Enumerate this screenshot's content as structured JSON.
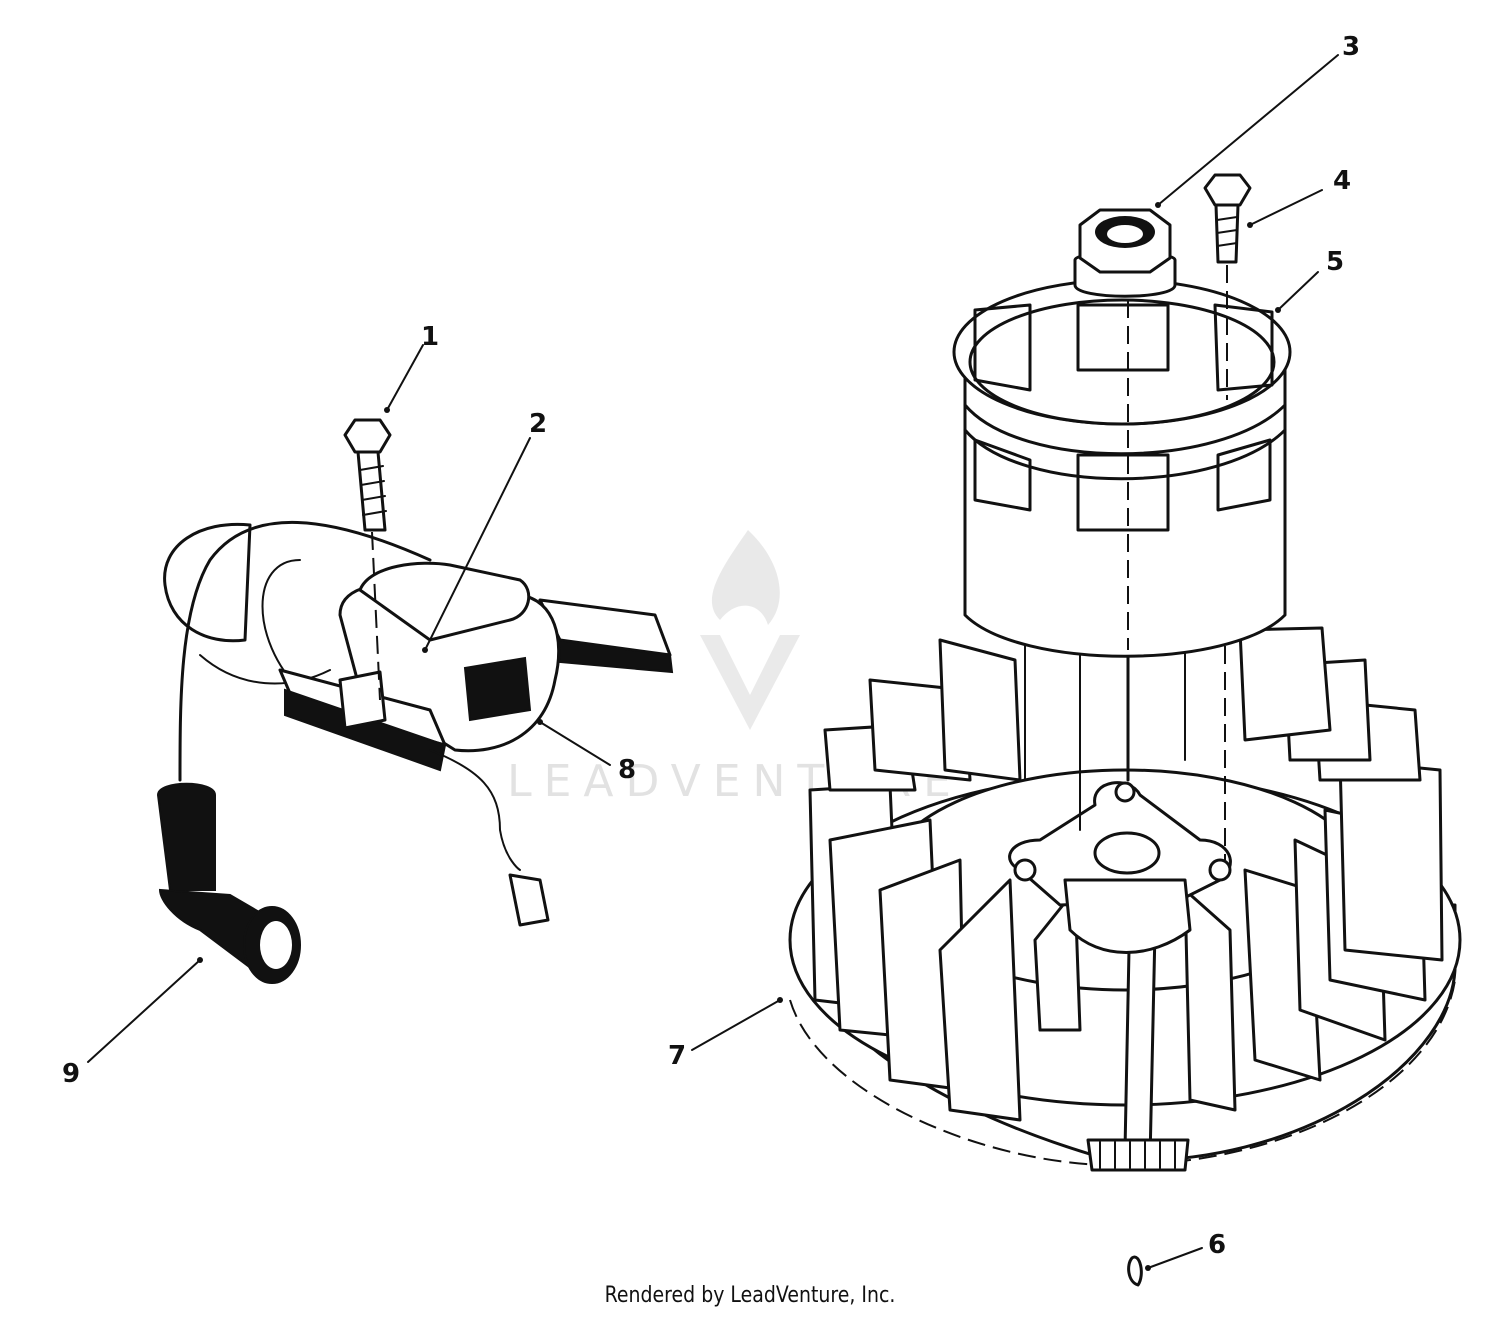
{
  "watermark": {
    "brand": "LEADVENTURE"
  },
  "footer": {
    "credit": "Rendered by LeadVenture, Inc."
  },
  "callouts": [
    {
      "id": "1",
      "label": "1"
    },
    {
      "id": "2",
      "label": "2"
    },
    {
      "id": "3",
      "label": "3"
    },
    {
      "id": "4",
      "label": "4"
    },
    {
      "id": "5",
      "label": "5"
    },
    {
      "id": "6",
      "label": "6"
    },
    {
      "id": "7",
      "label": "7"
    },
    {
      "id": "8",
      "label": "8"
    },
    {
      "id": "9",
      "label": "9"
    }
  ],
  "icons": {
    "watermark_logo": "flame-v-logo-icon"
  },
  "colors": {
    "line": "#111111",
    "background": "#ffffff",
    "watermark": "#bfbfbf"
  }
}
